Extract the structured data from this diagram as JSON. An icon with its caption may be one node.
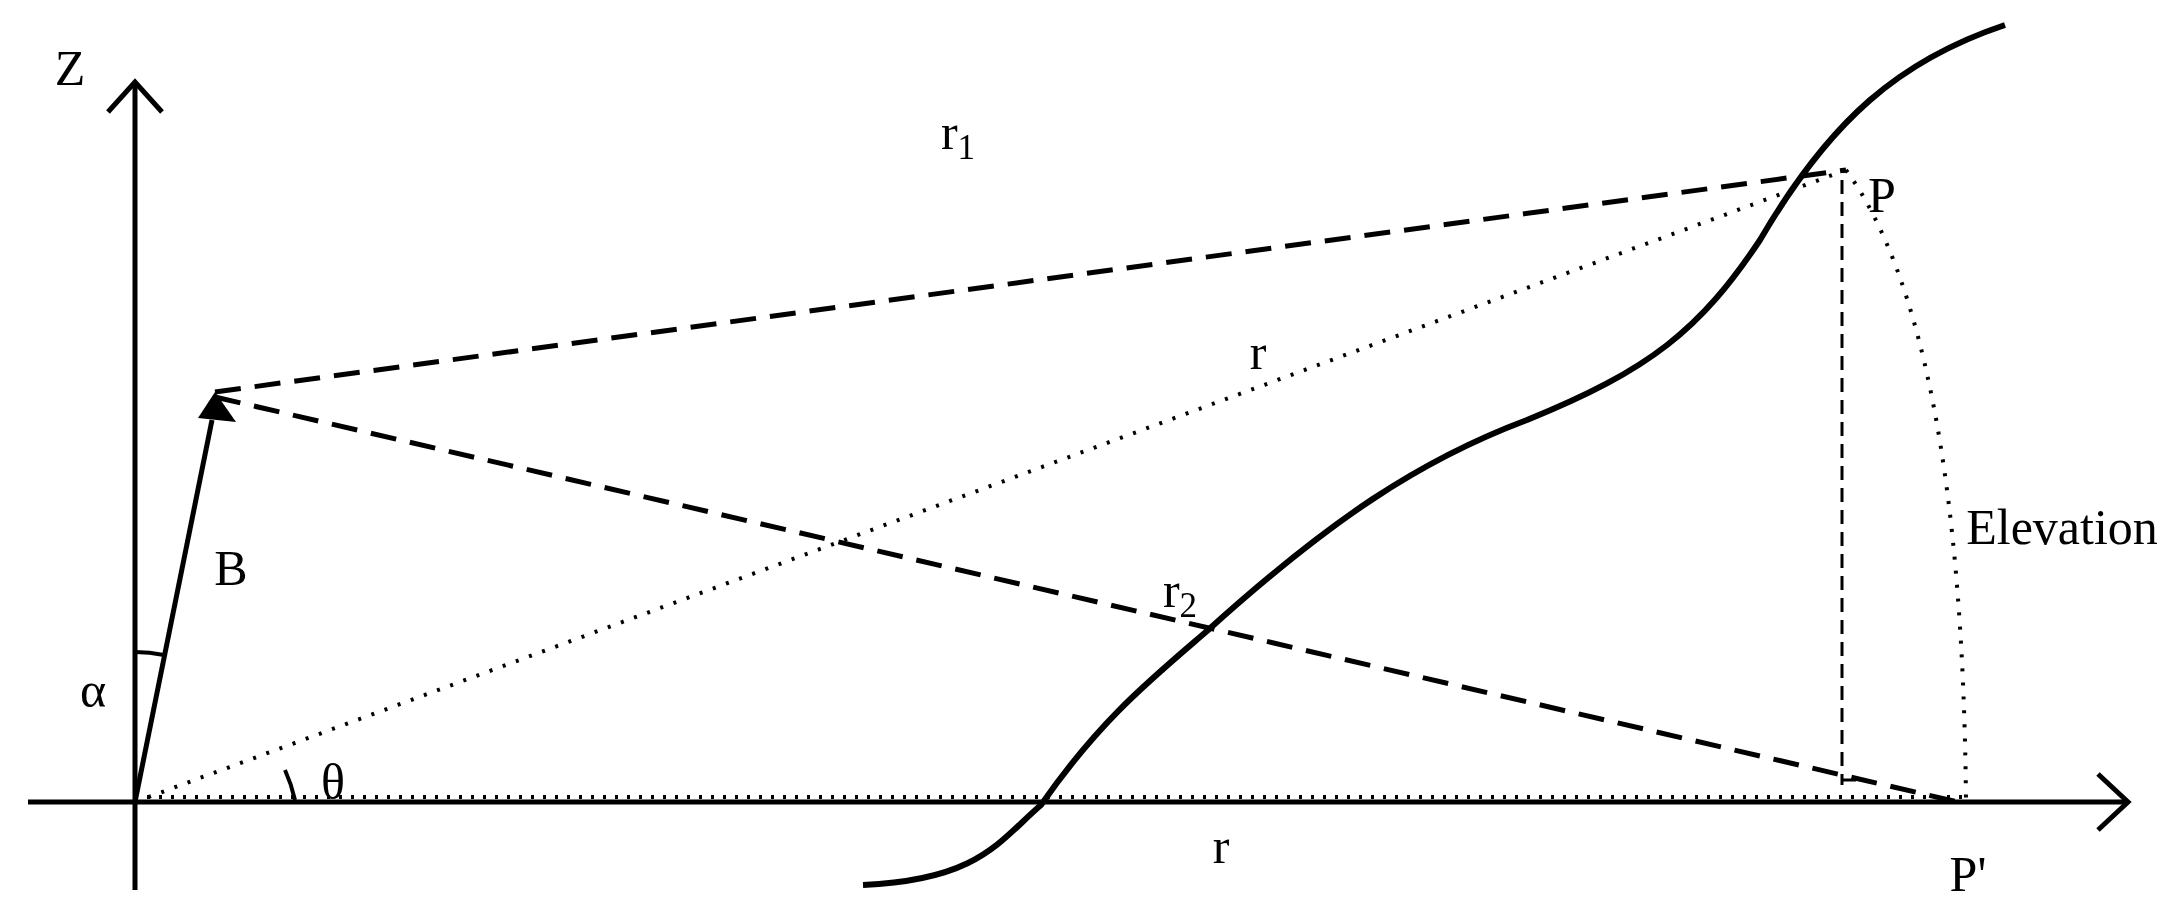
{
  "diagram": {
    "labels": [
      "Z",
      "P",
      "r$_{1}$",
      "r",
      "Elevation",
      "B",
      "r$_{2}$",
      "α",
      "θ",
      "r",
      "P'"
    ]
  }
}
